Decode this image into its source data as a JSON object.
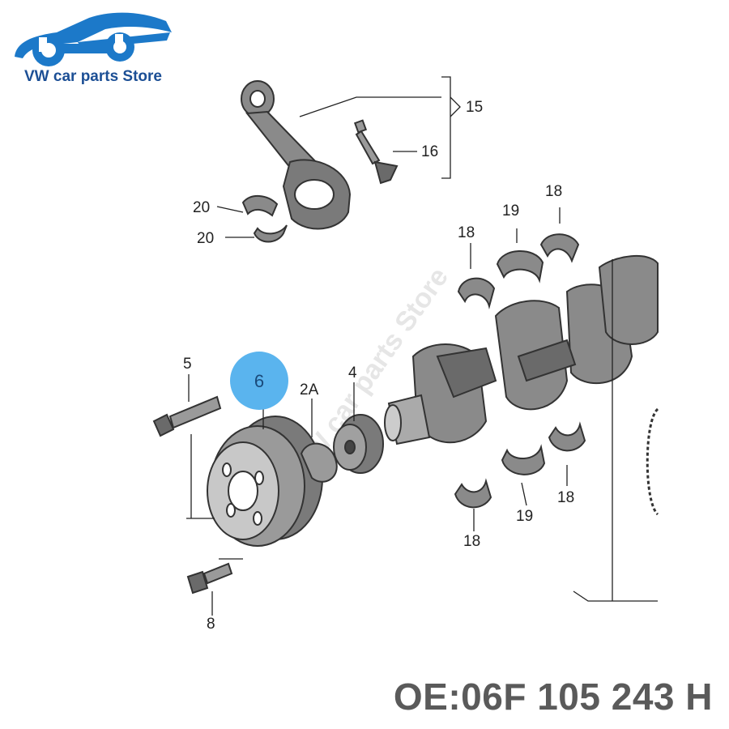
{
  "store": {
    "name": "VW car parts Store",
    "logo_color": "#1c79c9",
    "watermark": "VW car parts Store"
  },
  "part_number": "OE:06F 105 243 H",
  "highlight": {
    "label": "6",
    "color": "#5ab4ee"
  },
  "callouts": {
    "c15": "15",
    "c16": "16",
    "c20a": "20",
    "c20b": "20",
    "c18a": "18",
    "c19a": "19",
    "c18b": "18",
    "c5": "5",
    "c2a": "2A",
    "c4": "4",
    "c18c": "18",
    "c19b": "19",
    "c18d": "18",
    "c8": "8"
  }
}
